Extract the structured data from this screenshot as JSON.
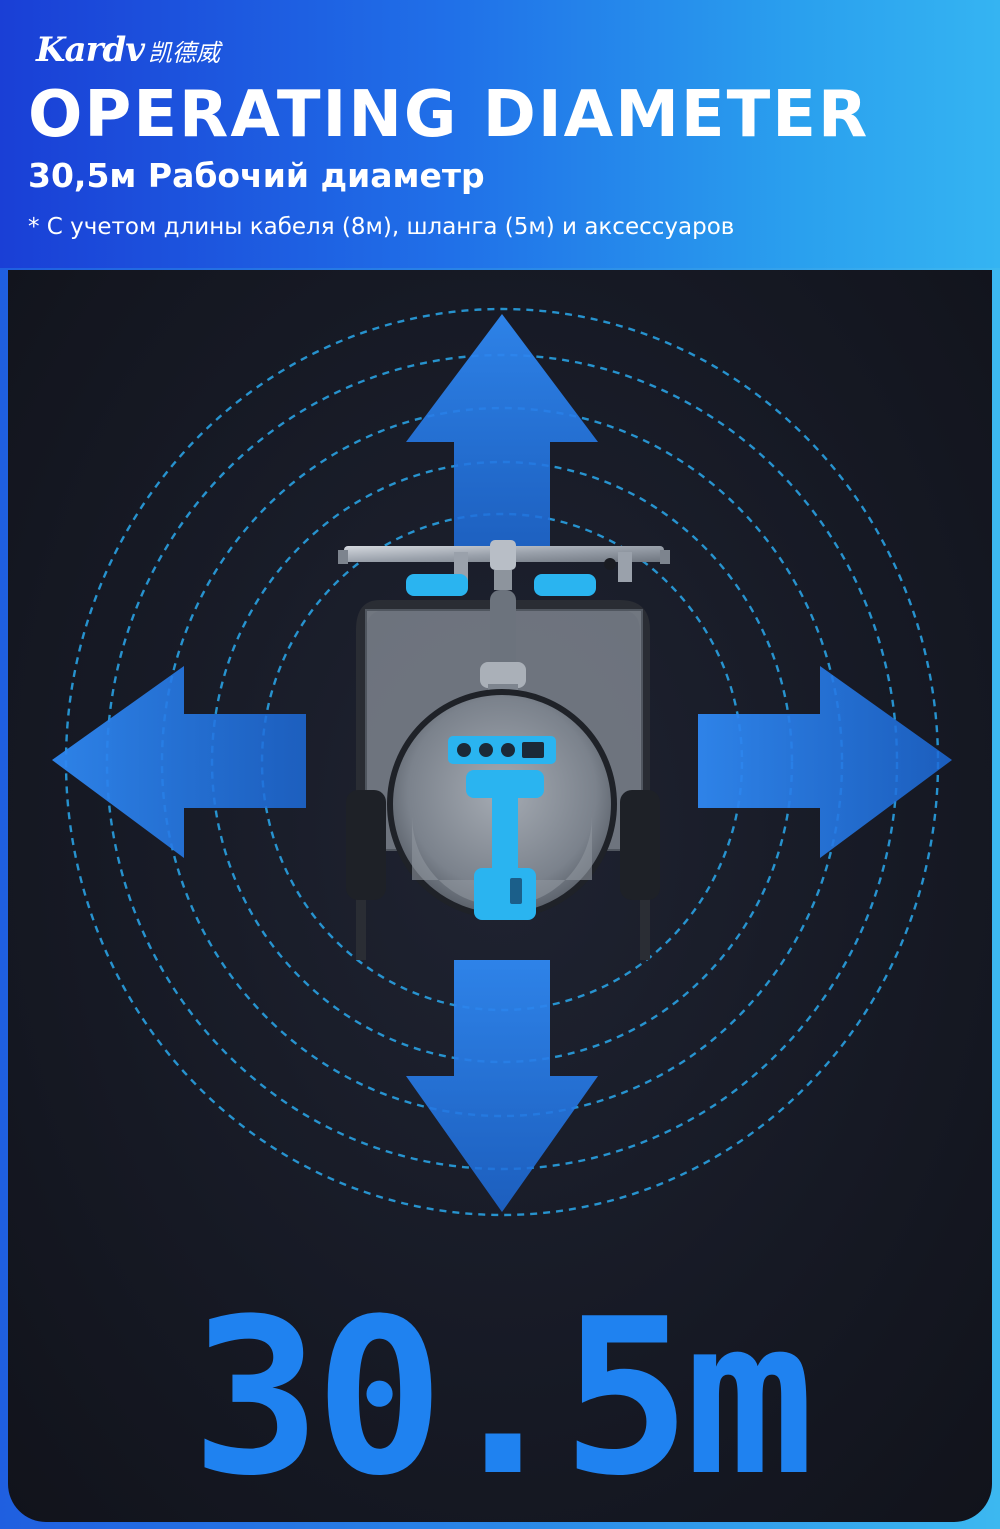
{
  "brand": {
    "latin": "Kardv",
    "chinese": "凯德威"
  },
  "header": {
    "title": "OPERATING DIAMETER",
    "subtitle": "30,5м Рабочий диаметр",
    "note": "* С учетом длины кабеля (8м), шланга (5м) и аксессуаров"
  },
  "measurement": {
    "value": "30.5m"
  },
  "icons": {
    "arrows": [
      "arrow-up-icon",
      "arrow-down-icon",
      "arrow-left-icon",
      "arrow-right-icon"
    ],
    "rings": "dashed-range-rings"
  },
  "colors": {
    "accent": "#1f82f0",
    "ring": "#2aa8ec",
    "panel_bg": "#161924",
    "header_start": "#1a3fd6",
    "header_end": "#35b4f2",
    "machine_accent": "#2ab4f0"
  }
}
